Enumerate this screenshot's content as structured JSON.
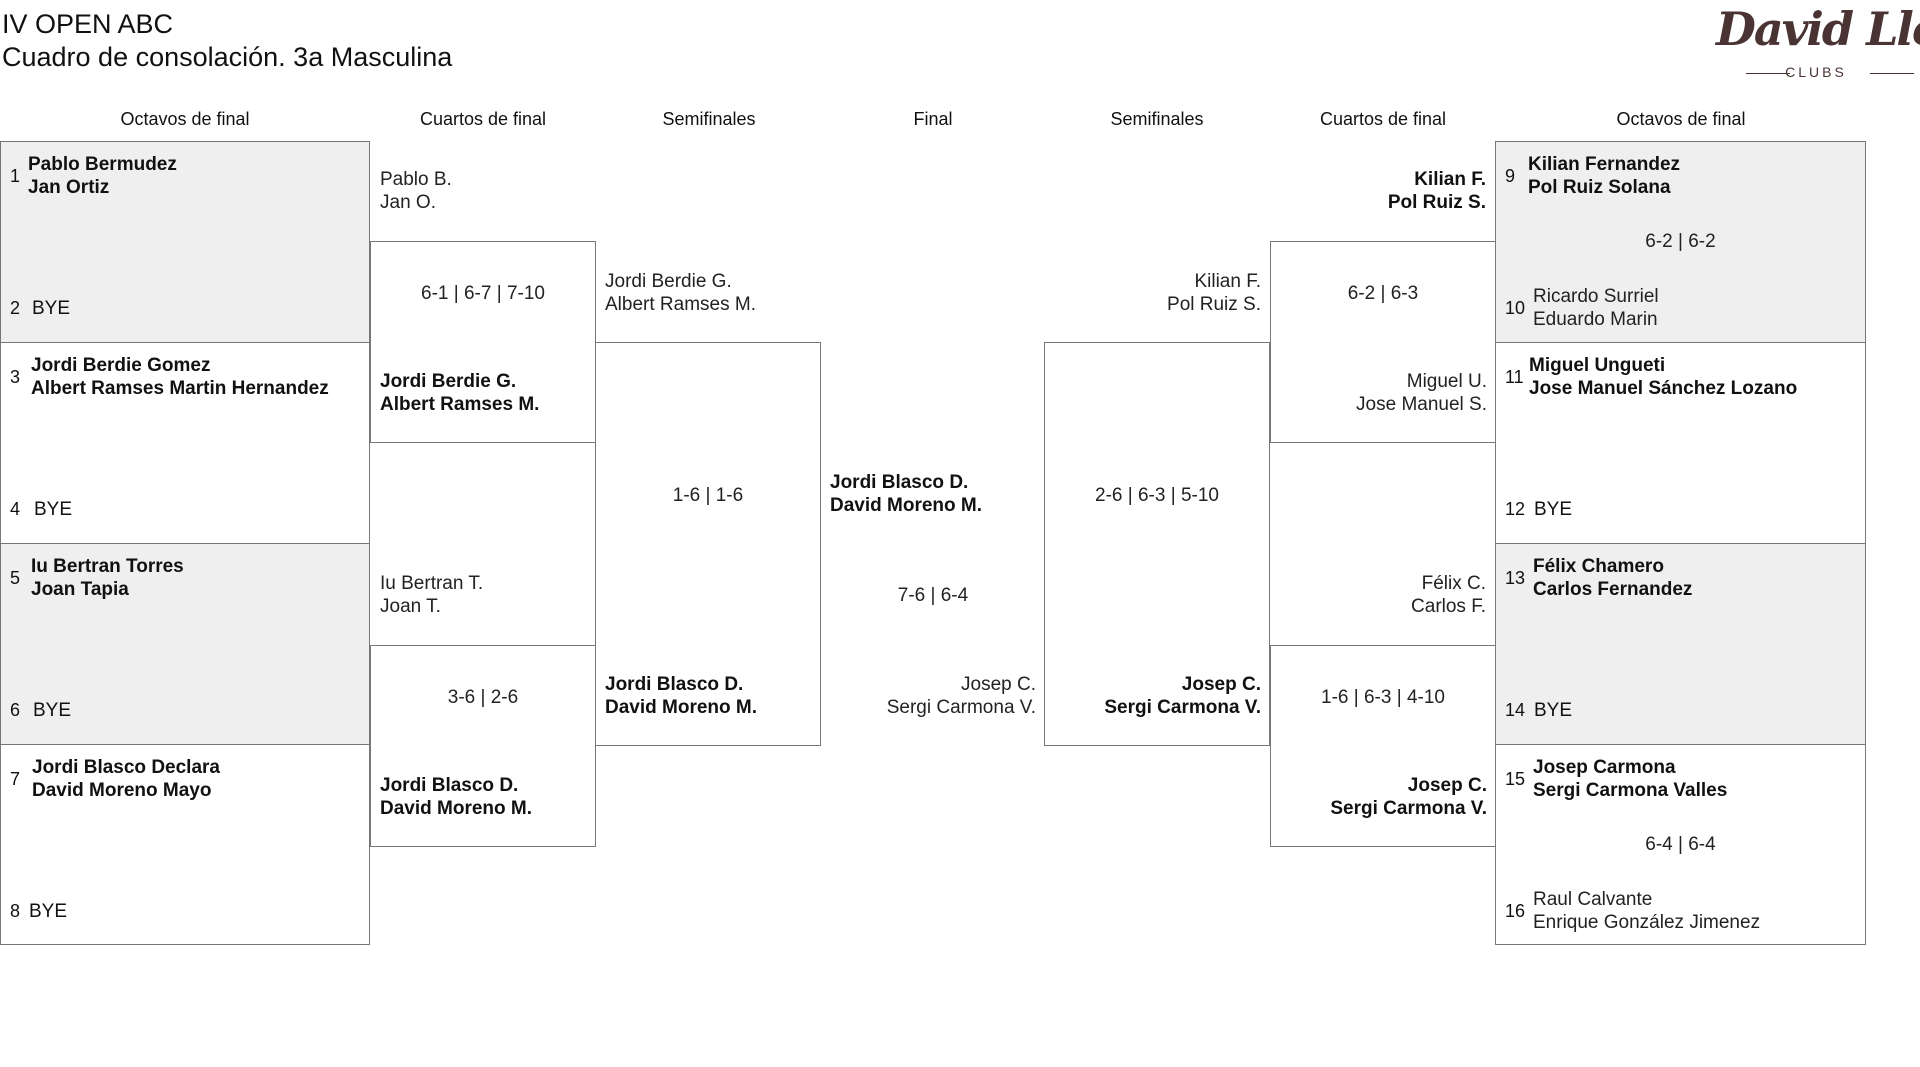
{
  "header": {
    "title_line1": "IV OPEN ABC",
    "title_line2": "Cuadro de consolación. 3a Masculina",
    "logo_text": "David Lloyd",
    "logo_sub": "CLUBS"
  },
  "rounds": {
    "left_r16": "Octavos de final",
    "left_qf": "Cuartos de final",
    "left_sf": "Semifinales",
    "final": "Final",
    "right_sf": "Semifinales",
    "right_qf": "Cuartos de final",
    "right_r16": "Octavos de final"
  },
  "left_r16": [
    {
      "seed": "1",
      "p1": "Pablo Bermudez",
      "p2": "Jan Ortiz",
      "bye_seed": "2",
      "bye": "BYE"
    },
    {
      "seed": "3",
      "p1": "Jordi Berdie Gomez",
      "p2": "Albert Ramses Martin Hernandez",
      "bye_seed": "4",
      "bye": "BYE"
    },
    {
      "seed": "5",
      "p1": "Iu Bertran Torres",
      "p2": "Joan Tapia",
      "bye_seed": "6",
      "bye": "BYE"
    },
    {
      "seed": "7",
      "p1": "Jordi Blasco Declara",
      "p2": "David Moreno Mayo",
      "bye_seed": "8",
      "bye": "BYE"
    }
  ],
  "right_r16": [
    {
      "seed": "9",
      "p1": "Kilian Fernandez",
      "p2": "Pol Ruiz Solana",
      "score": "6-2 | 6-2",
      "seed2": "10",
      "q1": "Ricardo Surriel",
      "q2": "Eduardo Marin"
    },
    {
      "seed": "11",
      "p1": "Miguel Ungueti",
      "p2": "Jose Manuel Sánchez Lozano",
      "bye_seed": "12",
      "bye": "BYE"
    },
    {
      "seed": "13",
      "p1": "Félix Chamero",
      "p2": "Carlos Fernandez",
      "bye_seed": "14",
      "bye": "BYE"
    },
    {
      "seed": "15",
      "p1": "Josep Carmona",
      "p2": "Sergi Carmona Valles",
      "score": "6-4 | 6-4",
      "seed2": "16",
      "q1": "Raul Calvante",
      "q2": "Enrique González Jimenez"
    }
  ],
  "left_qf": [
    {
      "a1": "Pablo B.",
      "a2": "Jan O.",
      "score": "6-1 | 6-7 | 7-10",
      "b1": "Jordi Berdie G.",
      "b2": "Albert Ramses M."
    },
    {
      "a1": "Iu Bertran T.",
      "a2": "Joan T.",
      "score": "3-6 | 2-6",
      "b1": "Jordi Blasco D.",
      "b2": "David Moreno M."
    }
  ],
  "right_qf": [
    {
      "a1": "Kilian F.",
      "a2": "Pol Ruiz S.",
      "score": "6-2 | 6-3",
      "b1": "Miguel U.",
      "b2": "Jose Manuel S."
    },
    {
      "a1": "Félix C.",
      "a2": "Carlos F.",
      "score": "1-6 | 6-3 | 4-10",
      "b1": "Josep C.",
      "b2": "Sergi Carmona V."
    }
  ],
  "left_sf": {
    "a1": "Jordi Berdie G.",
    "a2": "Albert Ramses M.",
    "score": "1-6 | 1-6",
    "b1": "Jordi Blasco D.",
    "b2": "David Moreno M."
  },
  "right_sf": {
    "a1": "Kilian F.",
    "a2": "Pol Ruiz S.",
    "score": "2-6 | 6-3 | 5-10",
    "b1": "Josep C.",
    "b2": "Sergi Carmona V."
  },
  "final": {
    "a1": "Jordi Blasco D.",
    "a2": "David Moreno M.",
    "score": "7-6 | 6-4",
    "b1": "Josep C.",
    "b2": "Sergi Carmona V."
  }
}
